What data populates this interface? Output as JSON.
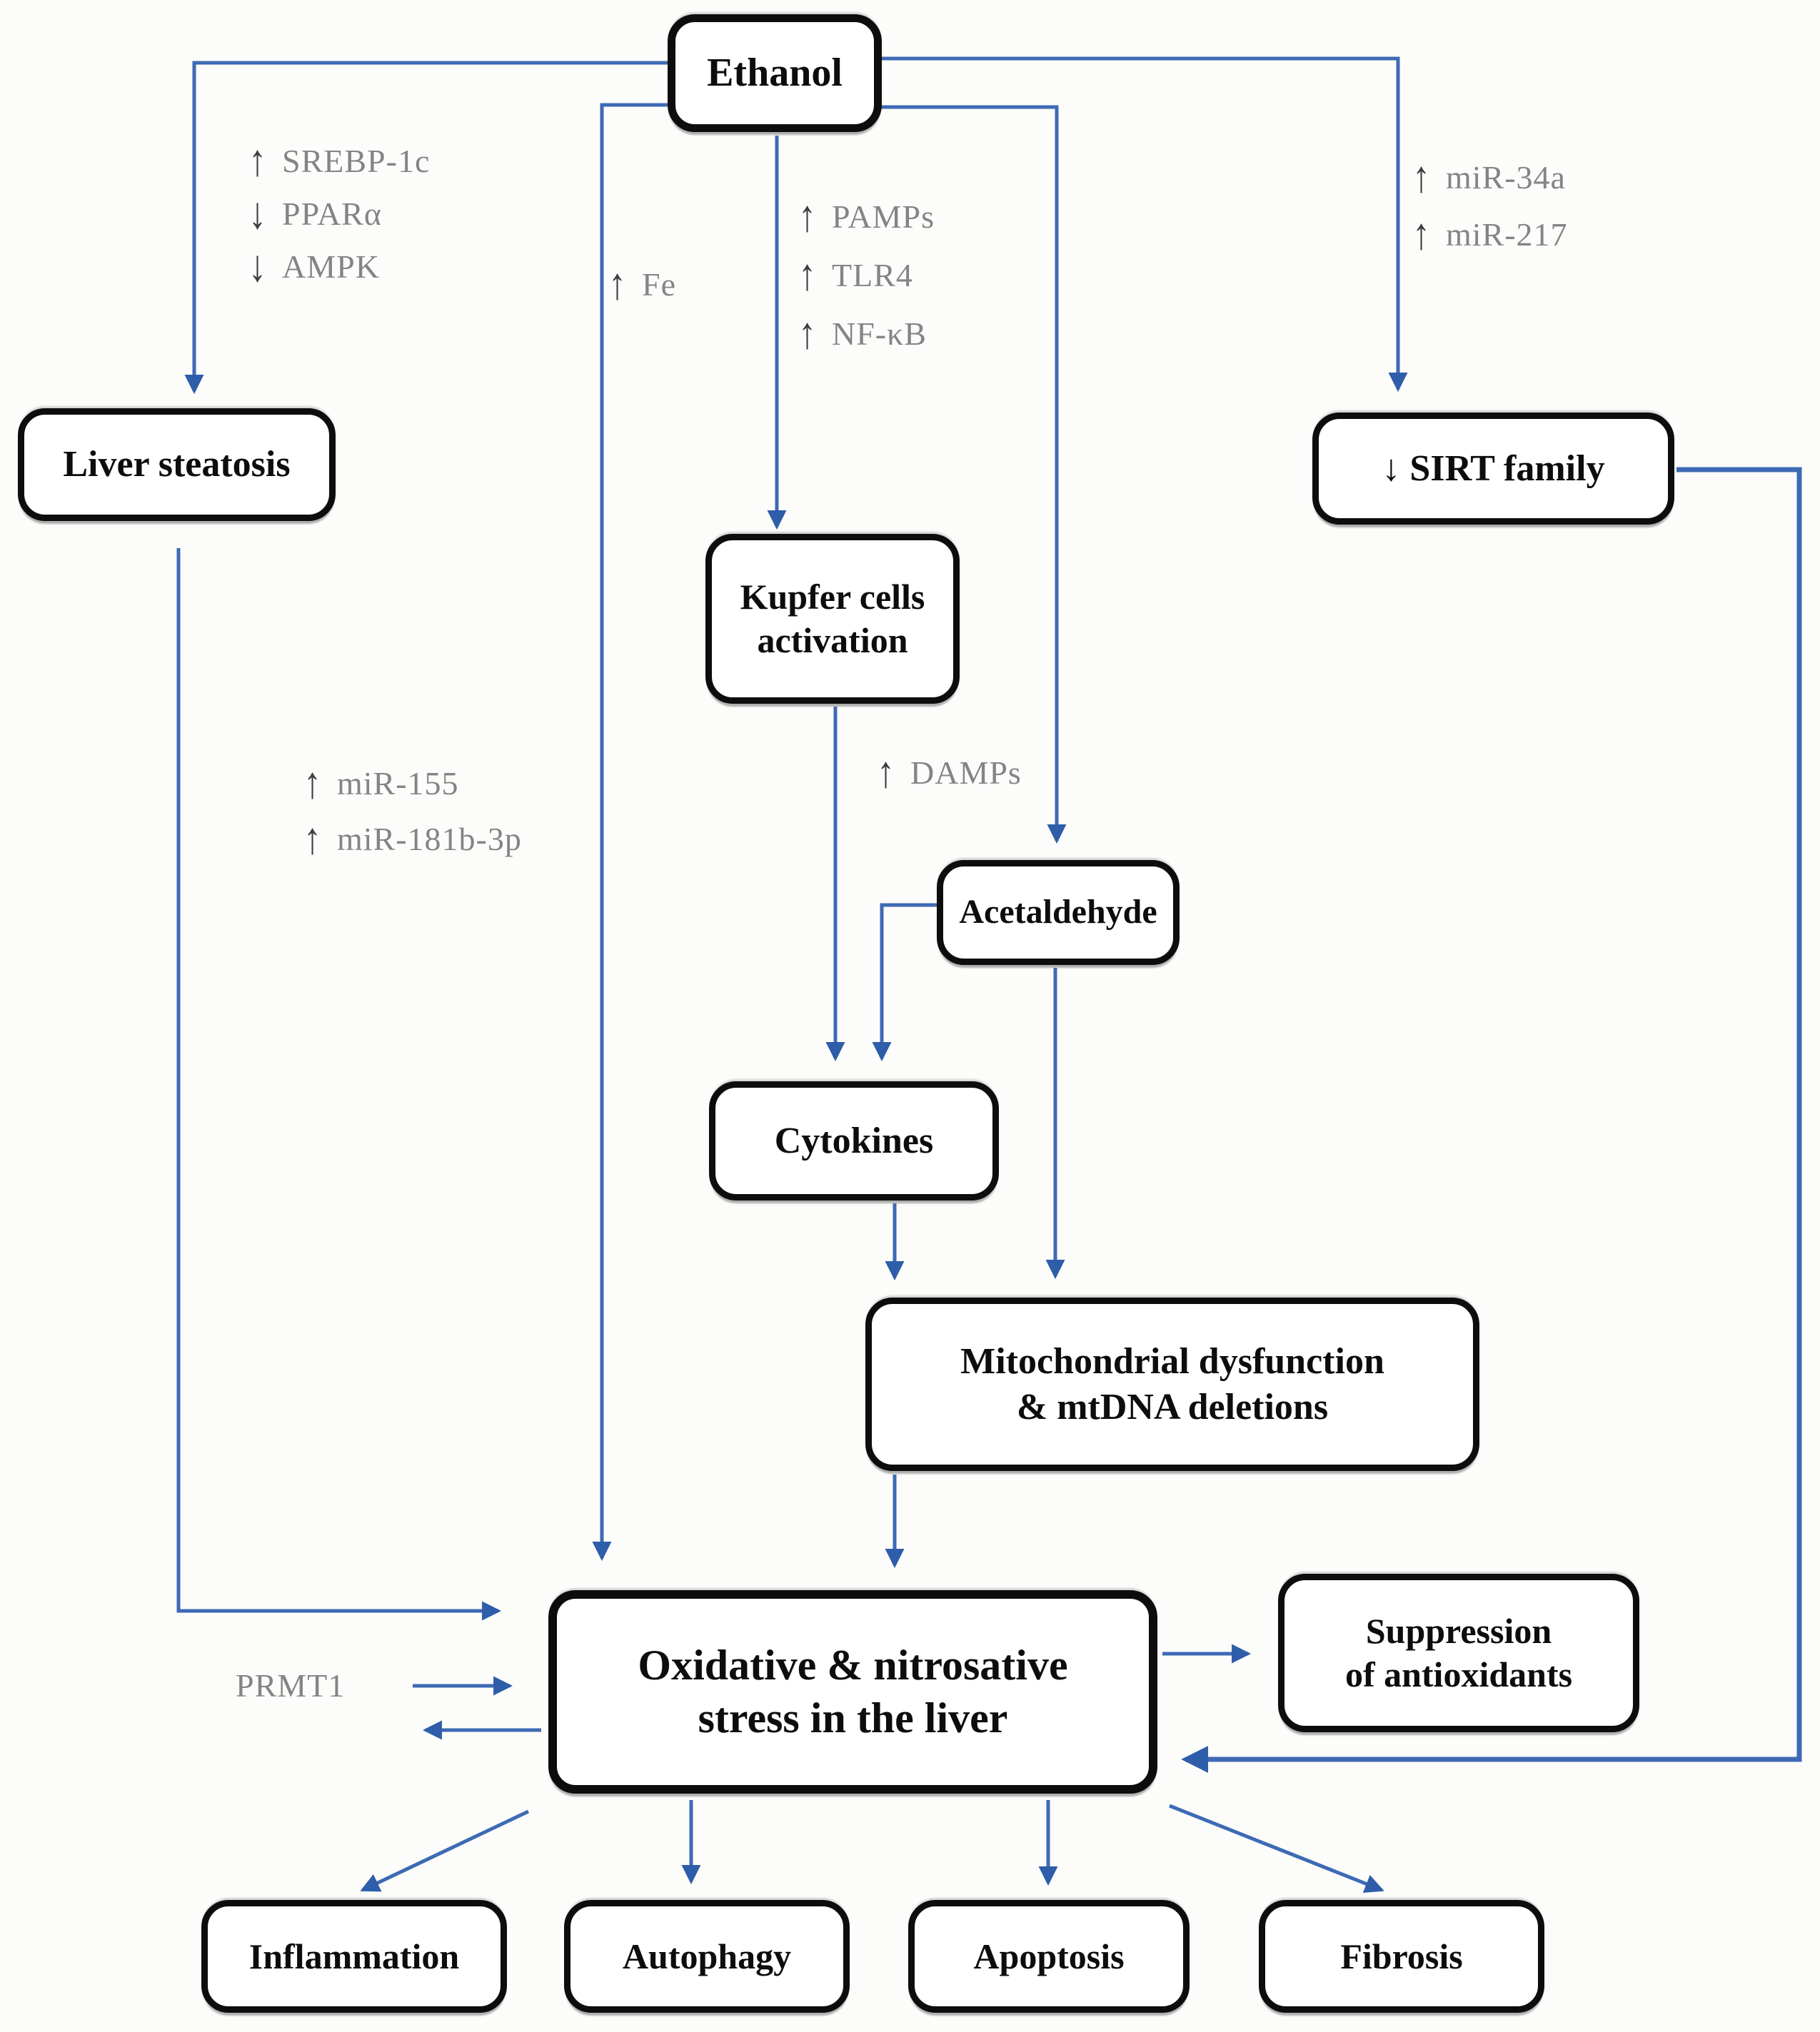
{
  "colors": {
    "line_blue": "#3e6ab5",
    "line_blue_dark": "#2e5da9",
    "annotation_gray": "#848484",
    "box_border_black": "#0d0d0d",
    "background": "#fcfcfa"
  },
  "nodes": {
    "ethanol": "Ethanol",
    "liver_steatosis": "Liver steatosis",
    "sirt_family": "↓ SIRT family",
    "kupfer": "Kupfer cells\nactivation",
    "acetaldehyde": "Acetaldehyde",
    "cytokines": "Cytokines",
    "mitochondrial": "Mitochondrial dysfunction\n& mtDNA deletions",
    "oxidative": "Oxidative & nitrosative\nstress in the liver",
    "suppression": "Suppression\nof antioxidants",
    "inflammation": "Inflammation",
    "autophagy": "Autophagy",
    "apoptosis": "Apoptosis",
    "fibrosis": "Fibrosis"
  },
  "annotations": {
    "srebp": {
      "rows": [
        {
          "arrow": "↑",
          "text": "SREBP-1c"
        },
        {
          "arrow": "↓",
          "text": "PPARα"
        },
        {
          "arrow": "↓",
          "text": "AMPK"
        }
      ]
    },
    "fe": {
      "rows": [
        {
          "arrow": "↑",
          "text": "Fe"
        }
      ]
    },
    "pamps": {
      "rows": [
        {
          "arrow": "↑",
          "text": "PAMPs"
        },
        {
          "arrow": "↑",
          "text": "TLR4"
        },
        {
          "arrow": "↑",
          "text": "NF-κB"
        }
      ]
    },
    "mir34": {
      "rows": [
        {
          "arrow": "↑",
          "text": "miR-34a"
        },
        {
          "arrow": "↑",
          "text": "miR-217"
        }
      ]
    },
    "mir155": {
      "rows": [
        {
          "arrow": "↑",
          "text": "miR-155"
        },
        {
          "arrow": "↑",
          "text": "miR-181b-3p"
        }
      ]
    },
    "damps": {
      "rows": [
        {
          "arrow": "↑",
          "text": "DAMPs"
        }
      ]
    },
    "prmt1": {
      "text": "PRMT1"
    }
  }
}
